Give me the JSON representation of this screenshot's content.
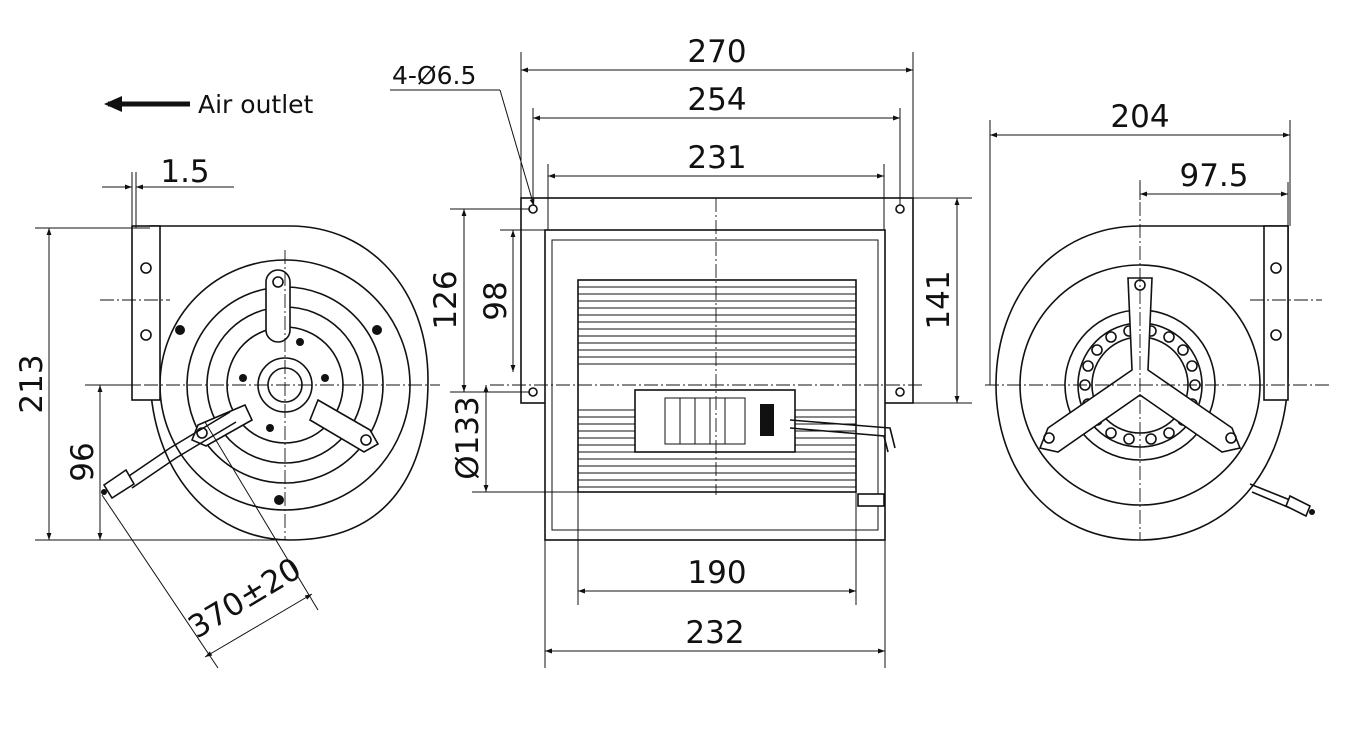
{
  "labels": {
    "air_outlet": "Air outlet",
    "holes": "4-Ø6.5"
  },
  "dimensions": {
    "d_270": "270",
    "d_254": "254",
    "d_231": "231",
    "d_204": "204",
    "d_97_5": "97.5",
    "d_1_5": "1.5",
    "d_213": "213",
    "d_96": "96",
    "d_126": "126",
    "d_98": "98",
    "d_141": "141",
    "d_133": "Ø133",
    "d_190": "190",
    "d_232": "232",
    "d_370": "370±20"
  }
}
